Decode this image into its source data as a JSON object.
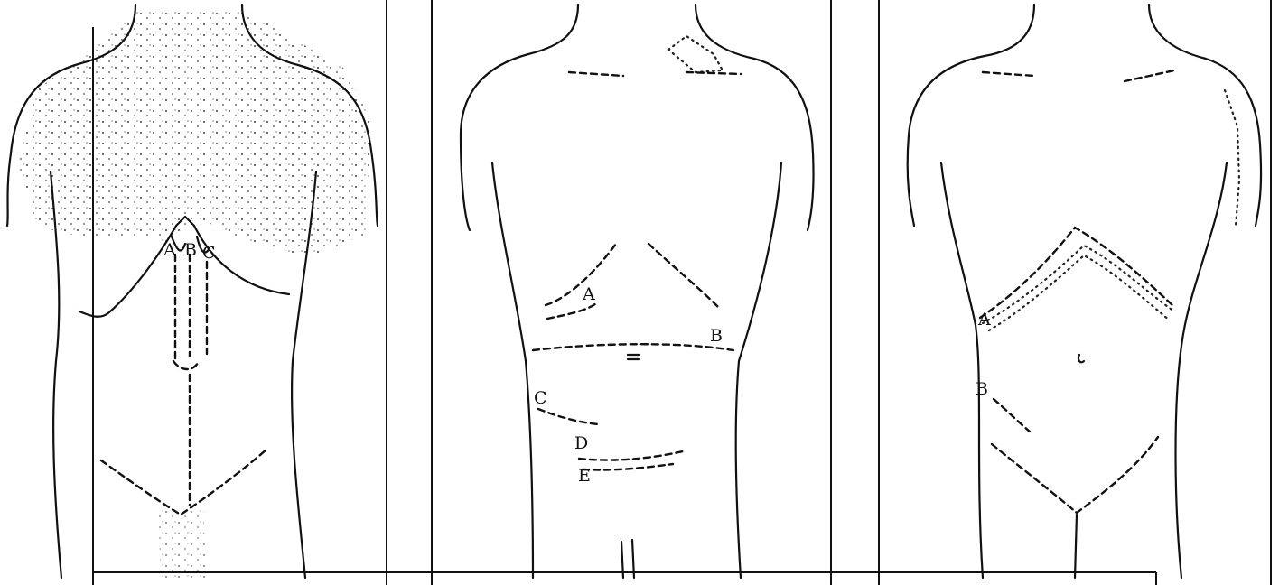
{
  "panels": [
    {
      "labels": [
        "A",
        "B",
        "C"
      ]
    },
    {
      "labels": [
        "A",
        "B",
        "C",
        "D",
        "E"
      ]
    },
    {
      "labels": [
        "A",
        "B"
      ]
    }
  ]
}
